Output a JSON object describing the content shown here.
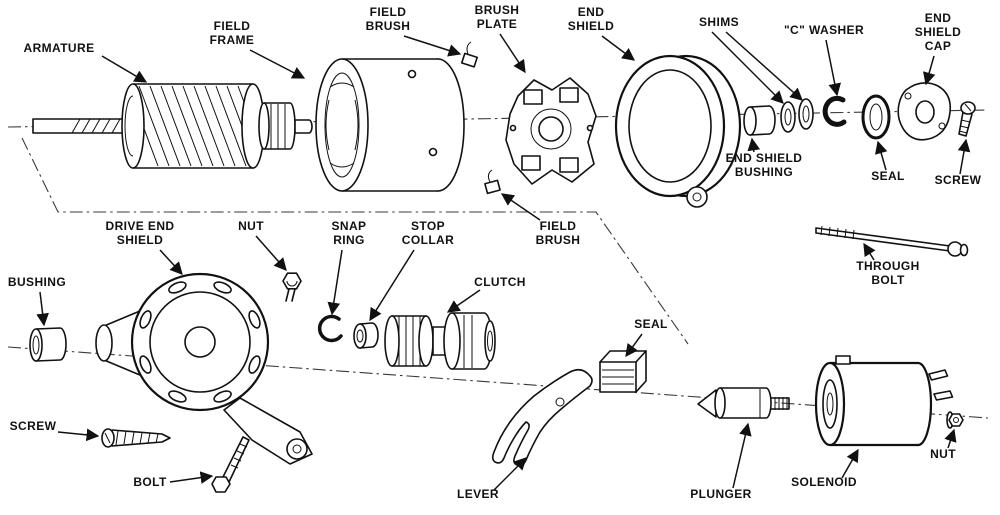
{
  "colors": {
    "ink": "#111111",
    "paper": "#ffffff"
  },
  "labels": [
    {
      "id": "armature",
      "lines": [
        "ARMATURE"
      ]
    },
    {
      "id": "field-frame",
      "lines": [
        "FIELD",
        "FRAME"
      ]
    },
    {
      "id": "field-brush-top",
      "lines": [
        "FIELD",
        "BRUSH"
      ]
    },
    {
      "id": "brush-plate",
      "lines": [
        "BRUSH",
        "PLATE"
      ]
    },
    {
      "id": "end-shield",
      "lines": [
        "END",
        "SHIELD"
      ]
    },
    {
      "id": "shims",
      "lines": [
        "SHIMS"
      ]
    },
    {
      "id": "c-washer",
      "lines": [
        "\"C\" WASHER"
      ]
    },
    {
      "id": "end-shield-cap",
      "lines": [
        "END",
        "SHIELD",
        "CAP"
      ]
    },
    {
      "id": "screw-top",
      "lines": [
        "SCREW"
      ]
    },
    {
      "id": "seal-top",
      "lines": [
        "SEAL"
      ]
    },
    {
      "id": "end-shield-bushing",
      "lines": [
        "END SHIELD",
        "BUSHING"
      ]
    },
    {
      "id": "through-bolt",
      "lines": [
        "THROUGH",
        "BOLT"
      ]
    },
    {
      "id": "drive-end-shield",
      "lines": [
        "DRIVE END",
        "SHIELD"
      ]
    },
    {
      "id": "nut-top",
      "lines": [
        "NUT"
      ]
    },
    {
      "id": "snap-ring",
      "lines": [
        "SNAP",
        "RING"
      ]
    },
    {
      "id": "stop-collar",
      "lines": [
        "STOP",
        "COLLAR"
      ]
    },
    {
      "id": "clutch",
      "lines": [
        "CLUTCH"
      ]
    },
    {
      "id": "field-brush-lower",
      "lines": [
        "FIELD",
        "BRUSH"
      ]
    },
    {
      "id": "bushing",
      "lines": [
        "BUSHING"
      ]
    },
    {
      "id": "seal-lower",
      "lines": [
        "SEAL"
      ]
    },
    {
      "id": "screw-lower",
      "lines": [
        "SCREW"
      ]
    },
    {
      "id": "bolt",
      "lines": [
        "BOLT"
      ]
    },
    {
      "id": "lever",
      "lines": [
        "LEVER"
      ]
    },
    {
      "id": "plunger",
      "lines": [
        "PLUNGER"
      ]
    },
    {
      "id": "solenoid",
      "lines": [
        "SOLENOID"
      ]
    },
    {
      "id": "nut-lower",
      "lines": [
        "NUT"
      ]
    }
  ]
}
